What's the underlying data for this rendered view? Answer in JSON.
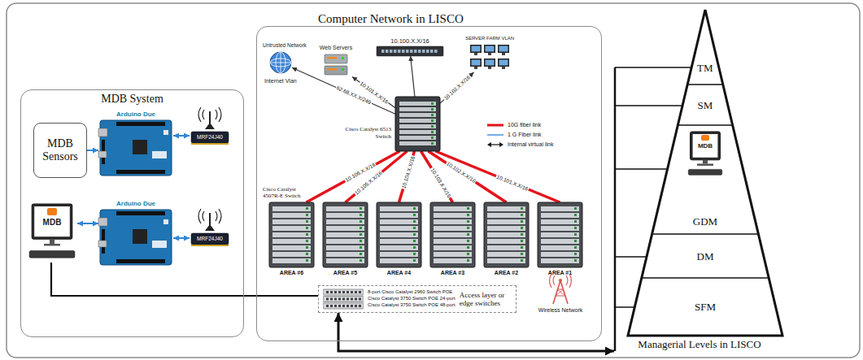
{
  "diagram": {
    "nodes": [
      {
        "text": [
          "MDB System"
        ]
      },
      {
        "text": [
          "MDB Sensors"
        ],
        "in": 0
      },
      {
        "text": [
          "Arduino Due"
        ],
        "in": 0
      },
      {
        "text": [
          "MRF24J40"
        ],
        "in": 0
      },
      {
        "text": [
          "MDB"
        ],
        "in": 0
      },
      {
        "text": [
          "Arduino Due"
        ],
        "in": 0
      },
      {
        "text": [
          "MRF24J40"
        ],
        "in": 0
      },
      {
        "text": [
          "Computer Network in LISCO"
        ]
      },
      {
        "text": [
          "Untrusted Network"
        ],
        "in": 7
      },
      {
        "text": [
          "Web Servers"
        ],
        "in": 7
      },
      {
        "text": [
          "10.100.X.X/16"
        ],
        "in": 7
      },
      {
        "text": [
          "SERVER FARM VLAN"
        ],
        "in": 7
      },
      {
        "text": [
          "Cisco Catalyst 6513 Switch"
        ],
        "in": 7
      },
      {
        "text": [
          "Cisco Catalyst 4507R-E Switch",
          "AREA #6"
        ],
        "in": 7
      },
      {
        "text": [
          "AREA #5"
        ],
        "in": 7
      },
      {
        "text": [
          "AREA #4"
        ],
        "in": 7
      },
      {
        "text": [
          "AREA #3"
        ],
        "in": 7
      },
      {
        "text": [
          "AREA #2"
        ],
        "in": 7
      },
      {
        "text": [
          "AREA #1"
        ],
        "in": 7
      },
      {
        "text": [
          "8-port Cisco Catalyst 2960 Switch POE",
          "Cisco Catalyst 3750 Switch POE 24-port",
          "Cisco Catalyst 3750 Switch POE 48-port",
          "Access layer or edge switches"
        ],
        "in": 7
      },
      {
        "text": [
          "Wireless Network"
        ],
        "in": 7
      },
      {
        "text": [
          "Managerial Levels in LISCO"
        ]
      },
      {
        "text": [
          "TM"
        ],
        "in": 21
      },
      {
        "text": [
          "SM"
        ],
        "in": 21
      },
      {
        "text": [
          "GDM"
        ],
        "in": 21
      },
      {
        "text": [
          "MDB"
        ],
        "in": 24
      },
      {
        "text": [
          "DM"
        ],
        "in": 21
      },
      {
        "text": [
          "SFM"
        ],
        "in": 21
      }
    ],
    "edges": [
      {
        "from": 1,
        "to": 2,
        "arrow": "to"
      },
      {
        "from": 2,
        "to": 3,
        "arrow": "both"
      },
      {
        "from": 4,
        "to": 5,
        "arrow": "both"
      },
      {
        "from": 5,
        "to": 6,
        "arrow": "both"
      },
      {
        "from": 4,
        "to": 19,
        "arrow": "none"
      },
      {
        "from": 12,
        "to": 8,
        "label": "62.68.XX.X/249",
        "arrow": "to"
      },
      {
        "from": 12,
        "to": 9,
        "label": "10.101.X.X/16",
        "arrow": "to"
      },
      {
        "from": 12,
        "to": 10,
        "arrow": "to"
      },
      {
        "from": 12,
        "to": 11,
        "label": "10.102.X.X/16",
        "arrow": "to"
      },
      {
        "from": 12,
        "to": 13,
        "label": "10.106.X.X/16",
        "arrow": "none"
      },
      {
        "from": 12,
        "to": 14,
        "label": "10.105.X.X/16",
        "arrow": "none"
      },
      {
        "from": 12,
        "to": 15,
        "label": "10.104.X.X/16",
        "arrow": "none"
      },
      {
        "from": 12,
        "to": 16,
        "label": "10.103.X.X/16",
        "arrow": "none"
      },
      {
        "from": 12,
        "to": 17,
        "label": "10.102.X.X/16",
        "arrow": "none"
      },
      {
        "from": 12,
        "to": 18,
        "label": "10.101.X.X/16",
        "arrow": "none"
      },
      {
        "from": 19,
        "to": 21,
        "arrow": "both"
      }
    ],
    "labels": [
      "Internet Vlan"
    ],
    "legend": [
      {
        "text": "10G fiber link"
      },
      {
        "text": "1 G Fiber link"
      },
      {
        "text": "Internal virtual link"
      }
    ]
  }
}
